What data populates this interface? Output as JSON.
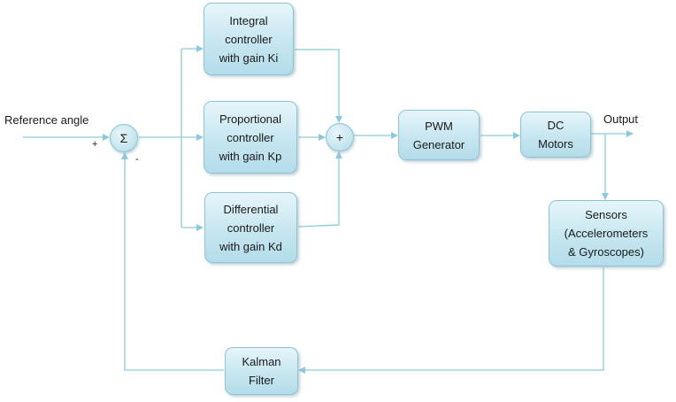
{
  "blocks": {
    "integral": [
      "Integral",
      "controller",
      "with gain Ki"
    ],
    "proportional": [
      "Proportional",
      "controller",
      "with gain Kp"
    ],
    "differential": [
      "Differential",
      "controller",
      "with gain Kd"
    ],
    "pwm": [
      "PWM",
      "Generator"
    ],
    "motors": [
      "DC",
      "Motors"
    ],
    "sensors": [
      "Sensors",
      "(Accelerometers",
      "& Gyroscopes)"
    ],
    "kalman": [
      "Kalman",
      "Filter"
    ]
  },
  "junctions": {
    "summing_symbol": "Σ",
    "adder_symbol": "+",
    "plus_sign": "+",
    "minus_sign": "-"
  },
  "labels": {
    "input": "Reference angle",
    "output": "Output"
  },
  "colors": {
    "line": "#8ec9db",
    "block_fill": "#c6e6f0",
    "block_border": "#8fc3d4"
  }
}
